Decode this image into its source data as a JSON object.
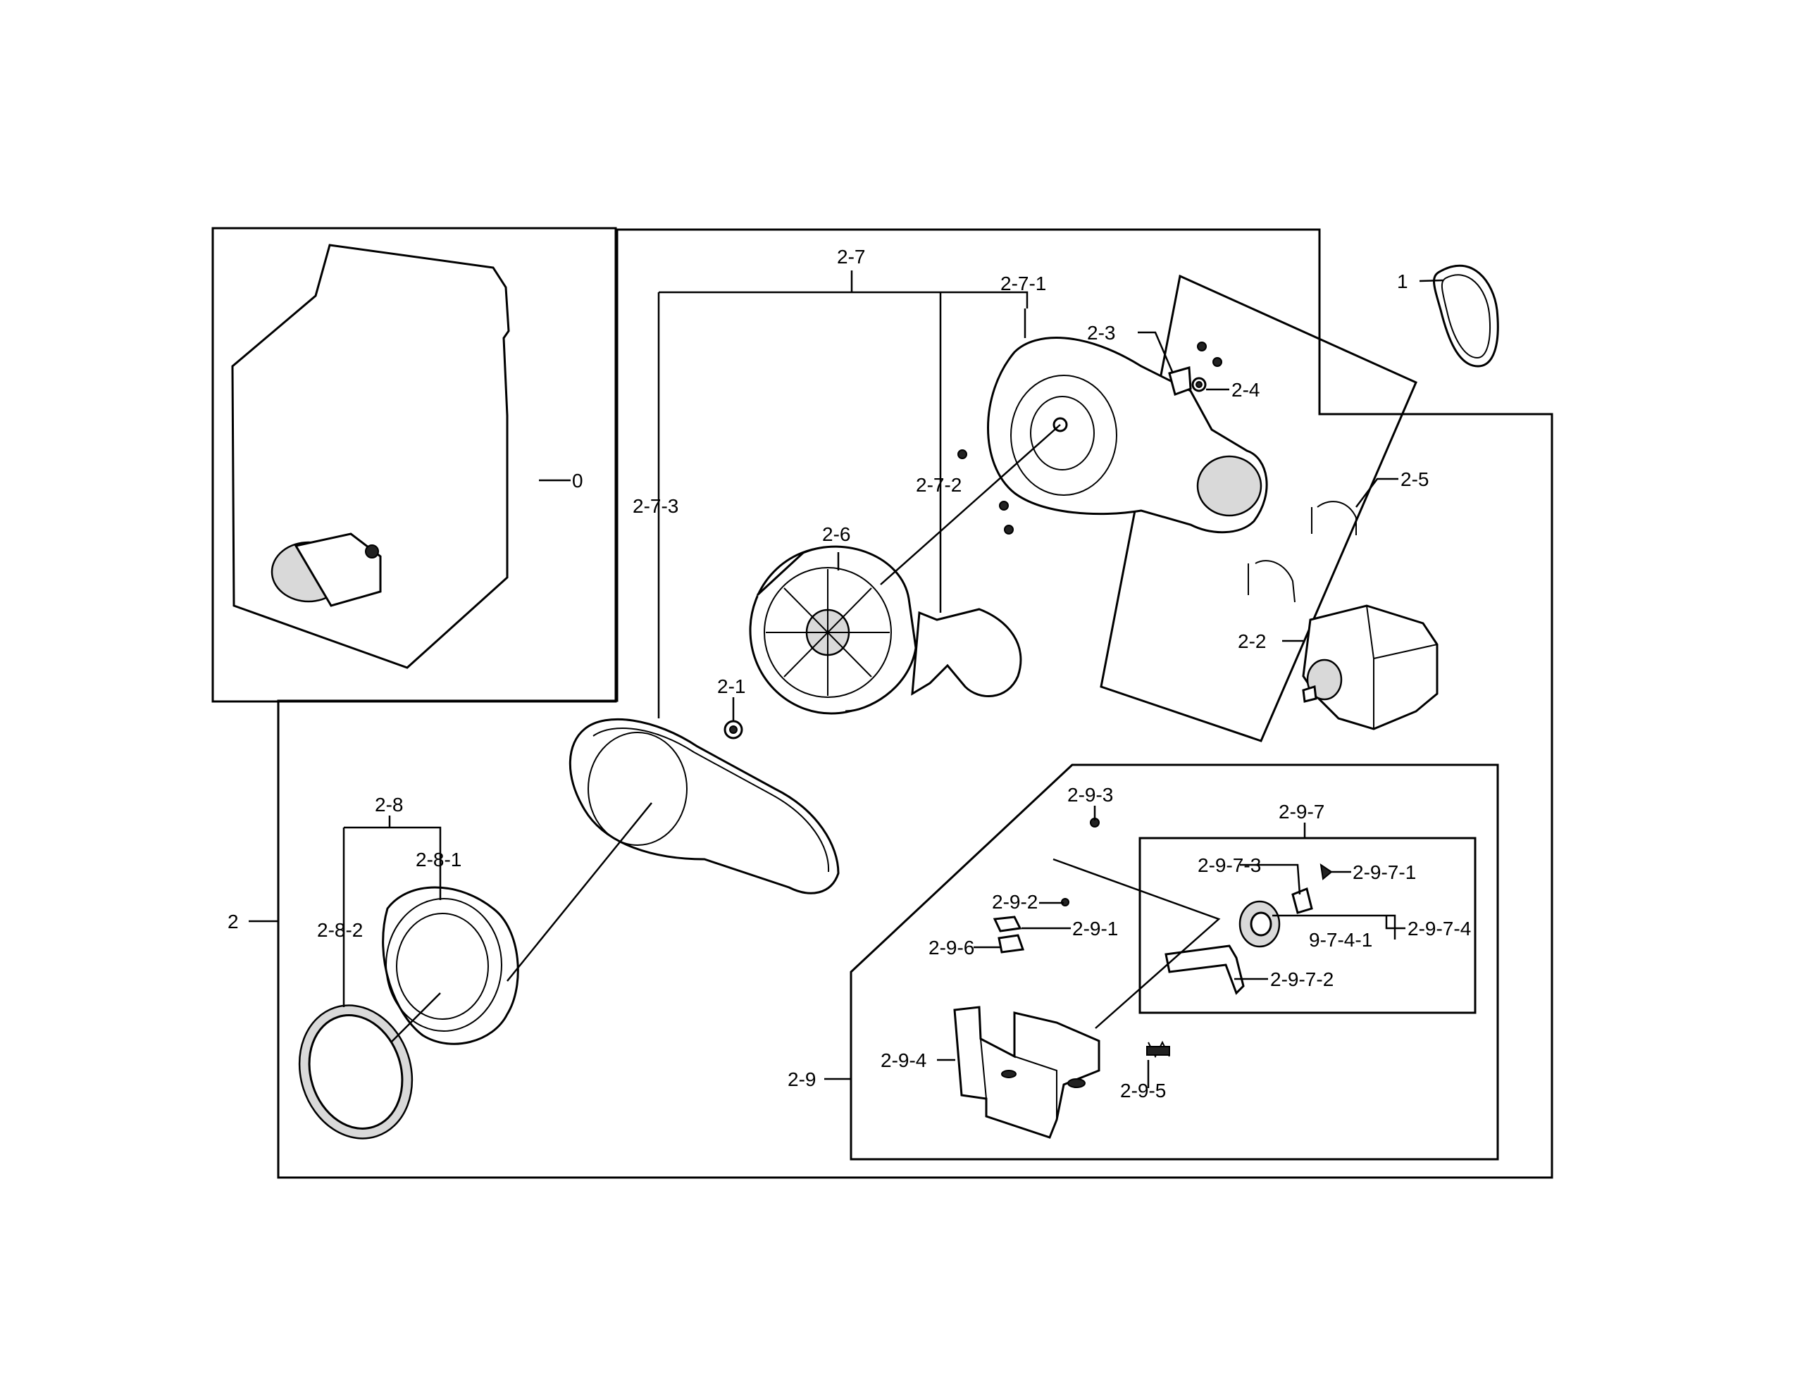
{
  "labels": {
    "l0": "0",
    "l1": "1",
    "l2": "2",
    "l2_1": "2-1",
    "l2_2": "2-2",
    "l2_3": "2-3",
    "l2_4": "2-4",
    "l2_5": "2-5",
    "l2_6": "2-6",
    "l2_7": "2-7",
    "l2_7_1": "2-7-1",
    "l2_7_2": "2-7-2",
    "l2_7_3": "2-7-3",
    "l2_8": "2-8",
    "l2_8_1": "2-8-1",
    "l2_8_2": "2-8-2",
    "l2_9": "2-9",
    "l2_9_1": "2-9-1",
    "l2_9_2": "2-9-2",
    "l2_9_3": "2-9-3",
    "l2_9_4": "2-9-4",
    "l2_9_5": "2-9-5",
    "l2_9_6": "2-9-6",
    "l2_9_7": "2-9-7",
    "l2_9_7_1": "2-9-7-1",
    "l2_9_7_2": "2-9-7-2",
    "l2_9_7_3": "2-9-7-3",
    "l2_9_7_4": "2-9-7-4",
    "l9_7_4_1": "9-7-4-1"
  }
}
